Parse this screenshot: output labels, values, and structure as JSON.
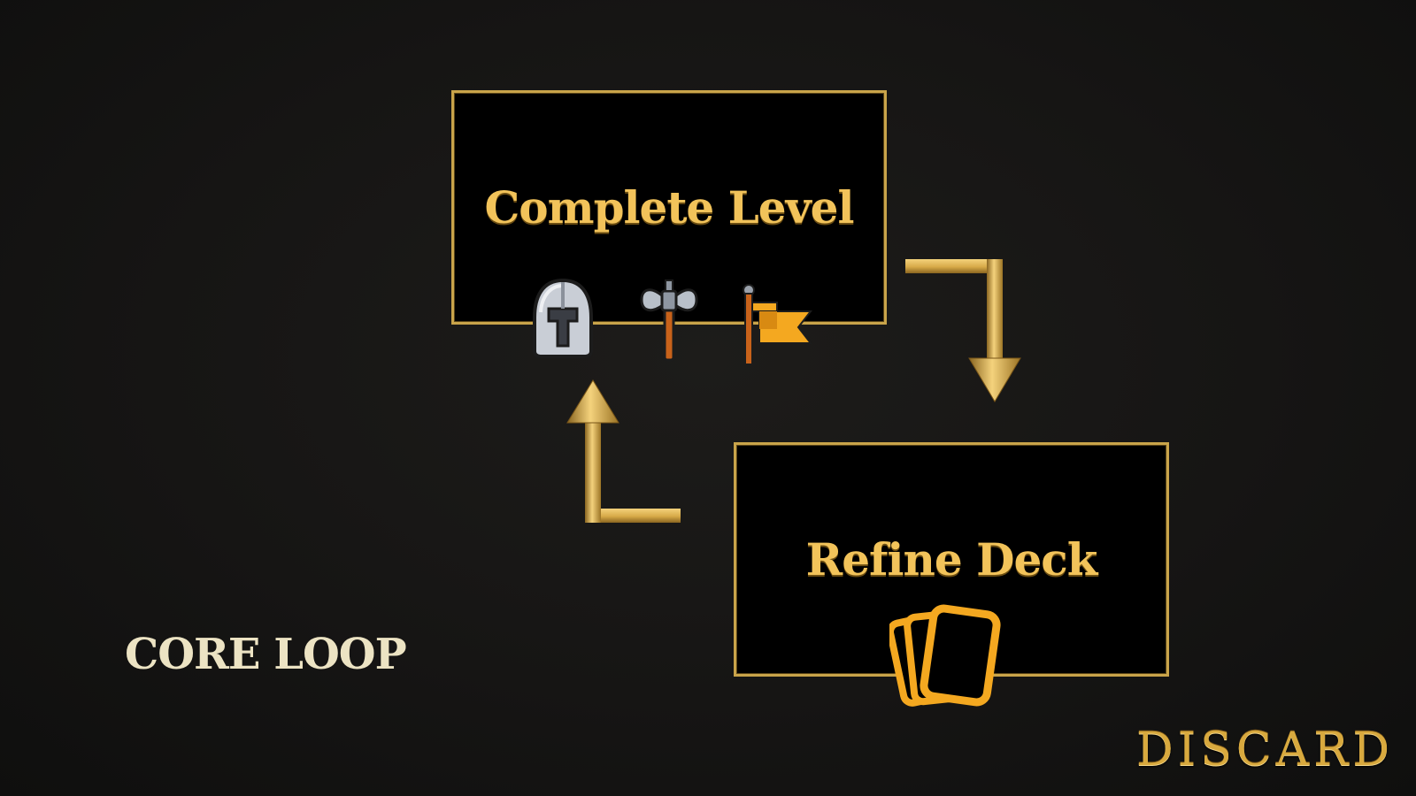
{
  "nodes": {
    "complete_level": {
      "label": "Complete Level"
    },
    "refine_deck": {
      "label": "Refine Deck"
    }
  },
  "footer": {
    "title": "CORE LOOP",
    "logo": "DISCARD"
  },
  "icons": [
    "helmet-icon",
    "battle-axe-icon",
    "flag-icon",
    "cards-icon",
    "arrow-down-icon",
    "arrow-up-icon"
  ],
  "colors": {
    "gold": "#f2c35a",
    "border": "#c9a44a",
    "box_fill": "#000000",
    "background": "#161514",
    "cream": "#ece3c3"
  }
}
